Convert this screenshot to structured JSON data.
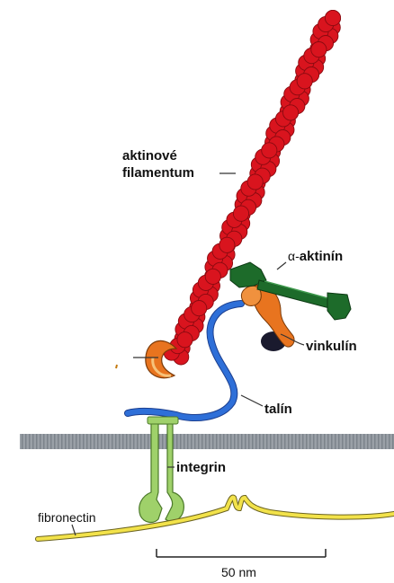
{
  "labels": {
    "actin_line1": "aktinové",
    "actin_line2": "filamentum",
    "alpha_actinin_symbol": "α-",
    "alpha_actinin_name": "aktinín",
    "vinculin": "vinkulín",
    "talin": "talín",
    "integrin": "integrin",
    "fibronectin": "fibronectin",
    "scale_bar": "50 nm"
  },
  "colors": {
    "actin": "#d9141e",
    "actin_outline": "#8a0a10",
    "alpha_actinin": "#1d6b2a",
    "vinculin": "#e8741f",
    "vinculin_dark": "#1a1a2e",
    "talin": "#2e6fd8",
    "integrin": "#9fd16a",
    "fibronectin": "#f2e24a",
    "membrane": "#8f959c",
    "capping_protein": "#e8741f"
  }
}
